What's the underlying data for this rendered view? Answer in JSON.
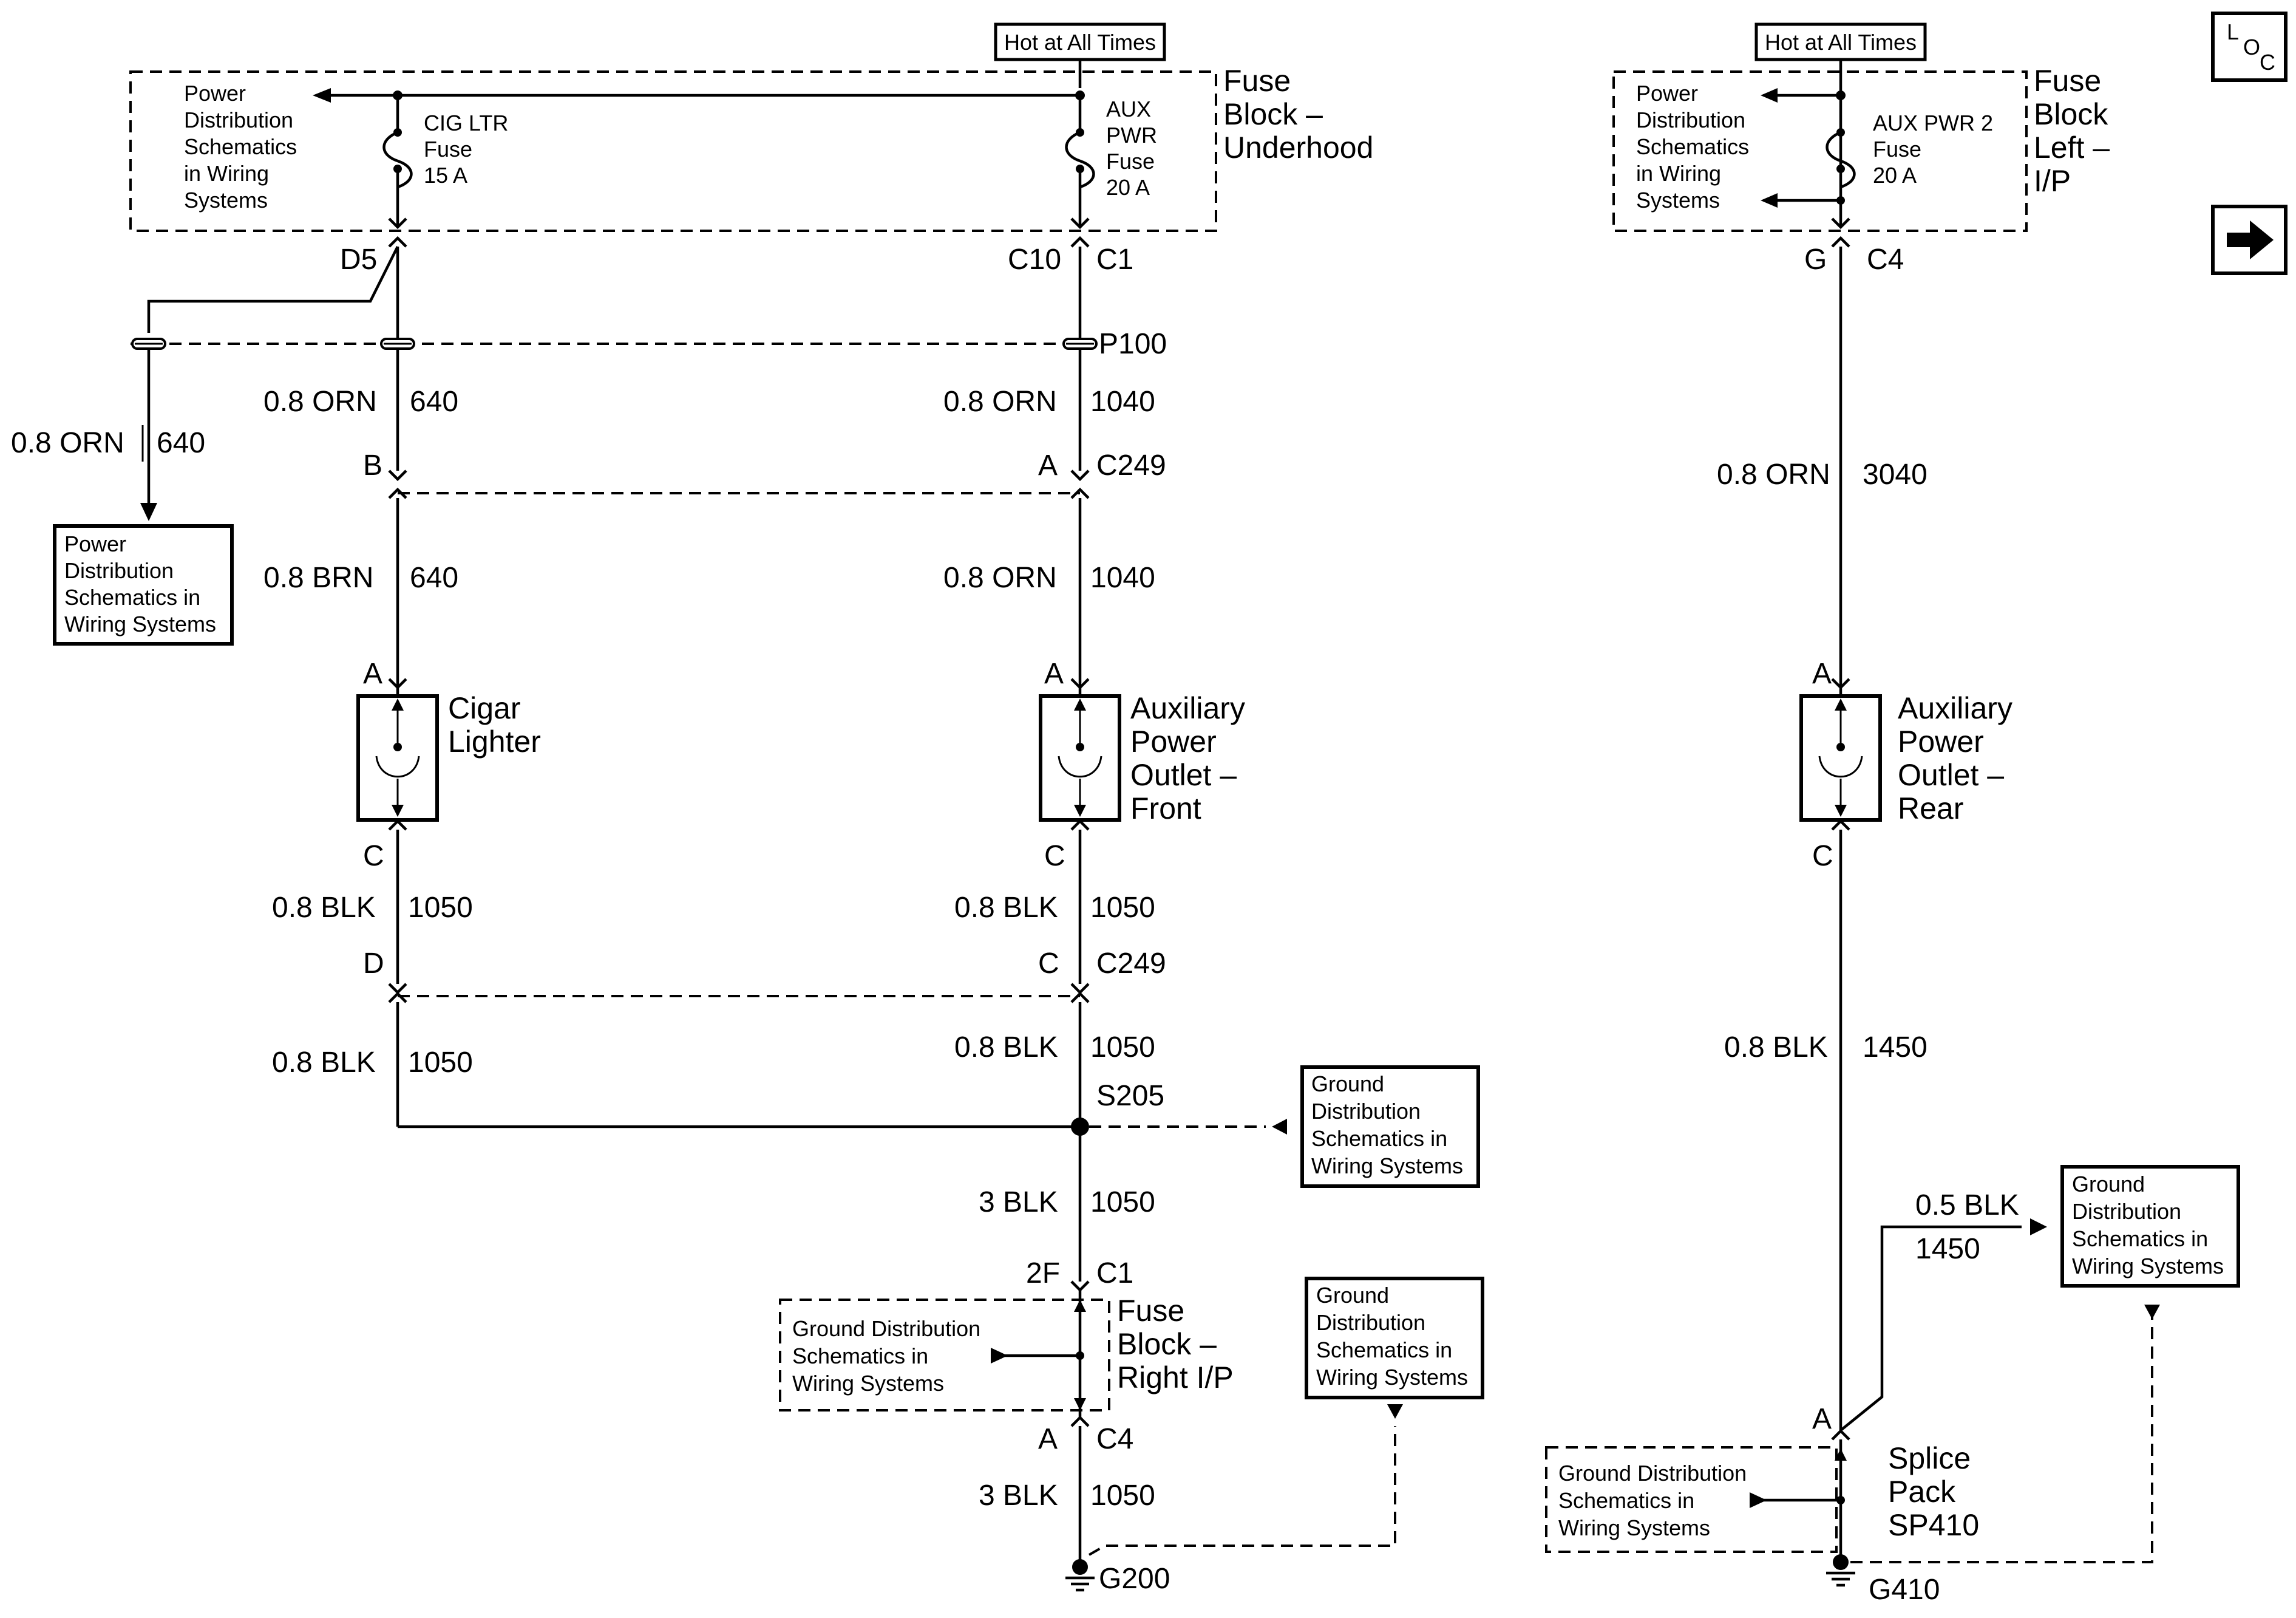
{
  "hot_labels": {
    "left": "Hot at All Times",
    "right": "Hot at All Times"
  },
  "fuse_block_underhood": {
    "title": [
      "Fuse",
      "Block –",
      "Underhood"
    ],
    "ref_text": [
      "Power",
      "Distribution",
      "Schematics",
      "in Wiring",
      "Systems"
    ],
    "fuse_cig": [
      "CIG LTR",
      "Fuse",
      "15 A"
    ],
    "fuse_aux": [
      "AUX",
      "PWR",
      "Fuse",
      "20 A"
    ]
  },
  "fuse_block_left": {
    "title": [
      "Fuse",
      "Block",
      "Left –",
      "I/P"
    ],
    "ref_text": [
      "Power",
      "Distribution",
      "Schematics",
      "in Wiring",
      "Systems"
    ],
    "fuse": [
      "AUX PWR 2",
      "Fuse",
      "20 A"
    ]
  },
  "connectors": {
    "d5": "D5",
    "c10": "C10",
    "c1_top": "C1",
    "p100": "P100",
    "g": "G",
    "c4_right": "C4",
    "b_c249": "B",
    "a_c249": "A",
    "c249_top": "C249",
    "a_cig": "A",
    "a_front": "A",
    "a_rear": "A",
    "c_cig": "C",
    "c_front": "C",
    "c_rear": "C",
    "d_c249": "D",
    "c_c249": "C",
    "c249_bottom": "C249",
    "s205": "S205",
    "f2": "2F",
    "c1_bottom": "C1",
    "a_c4": "A",
    "c4_bottom": "C4",
    "g200": "G200",
    "a_splice": "A",
    "g410": "G410"
  },
  "wires": {
    "w_branch_gauge": "0.8 ORN",
    "w_branch_circuit": "640",
    "w1_gauge": "0.8 ORN",
    "w1_circuit": "640",
    "w2_gauge": "0.8 ORN",
    "w2_circuit": "1040",
    "w3_gauge": "0.8 BRN",
    "w3_circuit": "640",
    "w4_gauge": "0.8 ORN",
    "w4_circuit": "1040",
    "w5_gauge": "0.8 BLK",
    "w5_circuit": "1050",
    "w6_gauge": "0.8 BLK",
    "w6_circuit": "1050",
    "w7_gauge": "0.8 BLK",
    "w7_circuit": "1050",
    "w8_gauge": "0.8 BLK",
    "w8_circuit": "1050",
    "w9_gauge": "3 BLK",
    "w9_circuit": "1050",
    "w10_gauge": "3 BLK",
    "w10_circuit": "1050",
    "r1_gauge": "0.8 ORN",
    "r1_circuit": "3040",
    "r2_gauge": "0.8 BLK",
    "r2_circuit": "1450",
    "r3_gauge": "0.5 BLK",
    "r3_circuit": "1450"
  },
  "components": {
    "cigar": [
      "Cigar",
      "Lighter"
    ],
    "front": [
      "Auxiliary",
      "Power",
      "Outlet –",
      "Front"
    ],
    "rear": [
      "Auxiliary",
      "Power",
      "Outlet –",
      "Rear"
    ]
  },
  "fuse_block_right_ip": {
    "title": [
      "Fuse",
      "Block –",
      "Right I/P"
    ],
    "ref_text": [
      "Ground Distribution",
      "Schematics in",
      "Wiring Systems"
    ]
  },
  "splice_pack": {
    "title": [
      "Splice",
      "Pack",
      "SP410"
    ],
    "ref_text": [
      "Ground Distribution",
      "Schematics in",
      "Wiring Systems"
    ]
  },
  "ref_boxes": {
    "power_left": [
      "Power",
      "Distribution",
      "Schematics in",
      "Wiring Systems"
    ],
    "ground_s205": [
      "Ground",
      "Distribution",
      "Schematics in",
      "Wiring Systems"
    ],
    "ground_g200": [
      "Ground",
      "Distribution",
      "Schematics in",
      "Wiring Systems"
    ],
    "ground_g410": [
      "Ground",
      "Distribution",
      "Schematics in",
      "Wiring Systems"
    ]
  },
  "nav": {
    "loc": [
      "L",
      "O",
      "C"
    ],
    "next_icon": "right-arrow-icon"
  }
}
